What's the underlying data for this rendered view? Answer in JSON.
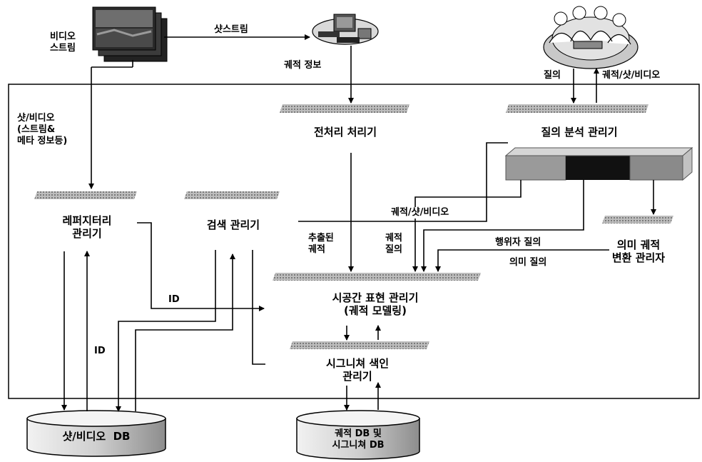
{
  "labels": {
    "video_stream": "비디오\n스트림",
    "shot_stream": "샷스트림",
    "trajectory_info": "궤적 정보",
    "query": "질의",
    "trajectory_shot_video_top": "궤적/샷/비디오",
    "shot_video_stream_meta": "샷/비디오\n(스트림&\n메타 정보등)",
    "preprocessor": "전처리 처리기",
    "query_analysis_manager": "질의 분석 관리기",
    "repository_manager": "레퍼지터리\n관리기",
    "search_manager": "검색 관리기",
    "trajectory_shot_video_mid": "궤적/샷/비디오",
    "extracted_trajectory": "추출된\n궤적",
    "trajectory_query": "궤적\n질의",
    "behavior_query": "행위자 질의",
    "semantic_query": "의미 질의",
    "semantic_trajectory_manager": "의미 궤적\n변환 관리자",
    "spatiotemporal_manager": "시공간 표현 관리기\n(궤적 모델링)",
    "signature_index_manager": "시그니쳐 색인\n관리기",
    "id_right": "ID",
    "id_left": "ID",
    "shot_video_db": "샷/비디오  DB",
    "trajectory_signature_db": "궤적 DB 및\n시그니쳐 DB"
  },
  "icons": [
    "video-frames-icon",
    "computer-workstation-icon",
    "users-group-icon"
  ]
}
